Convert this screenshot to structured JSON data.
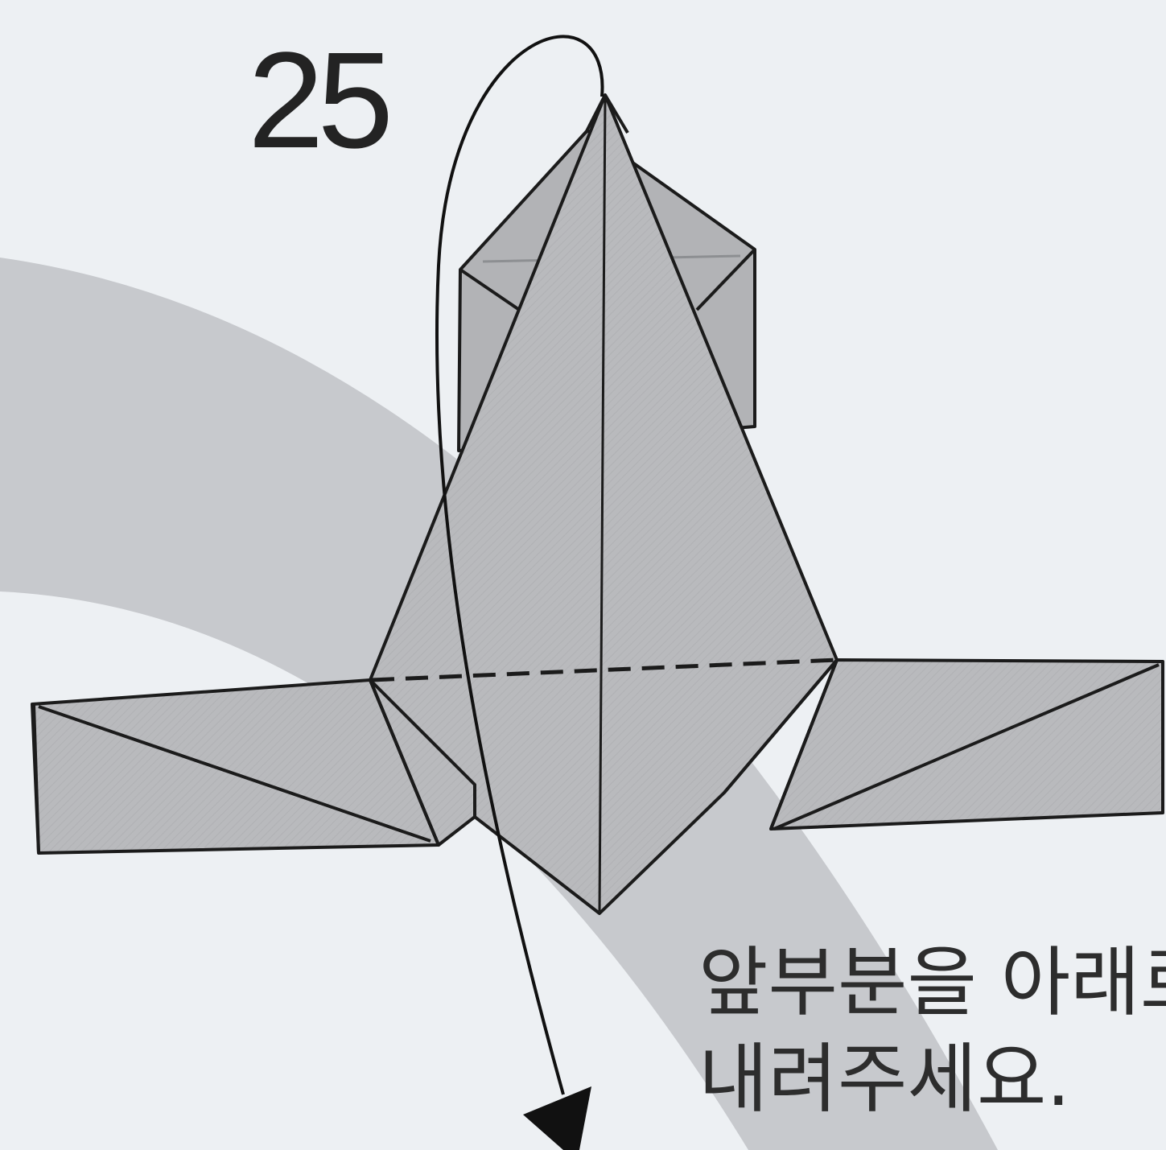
{
  "step": {
    "number": "25"
  },
  "instruction": {
    "line1": "앞부분을 아래로",
    "line2": "내려주세요."
  },
  "colors": {
    "background": "#edf0f3",
    "background_band": "#c7c9cd",
    "paper": "#b9babd",
    "paper_shade": "#a9abae",
    "line": "#1b1b1b",
    "arrow": "#111111"
  },
  "fold": {
    "type": "valley-fold",
    "direction": "down",
    "icons": [
      "fold-arrow",
      "arrowhead-icon"
    ]
  }
}
